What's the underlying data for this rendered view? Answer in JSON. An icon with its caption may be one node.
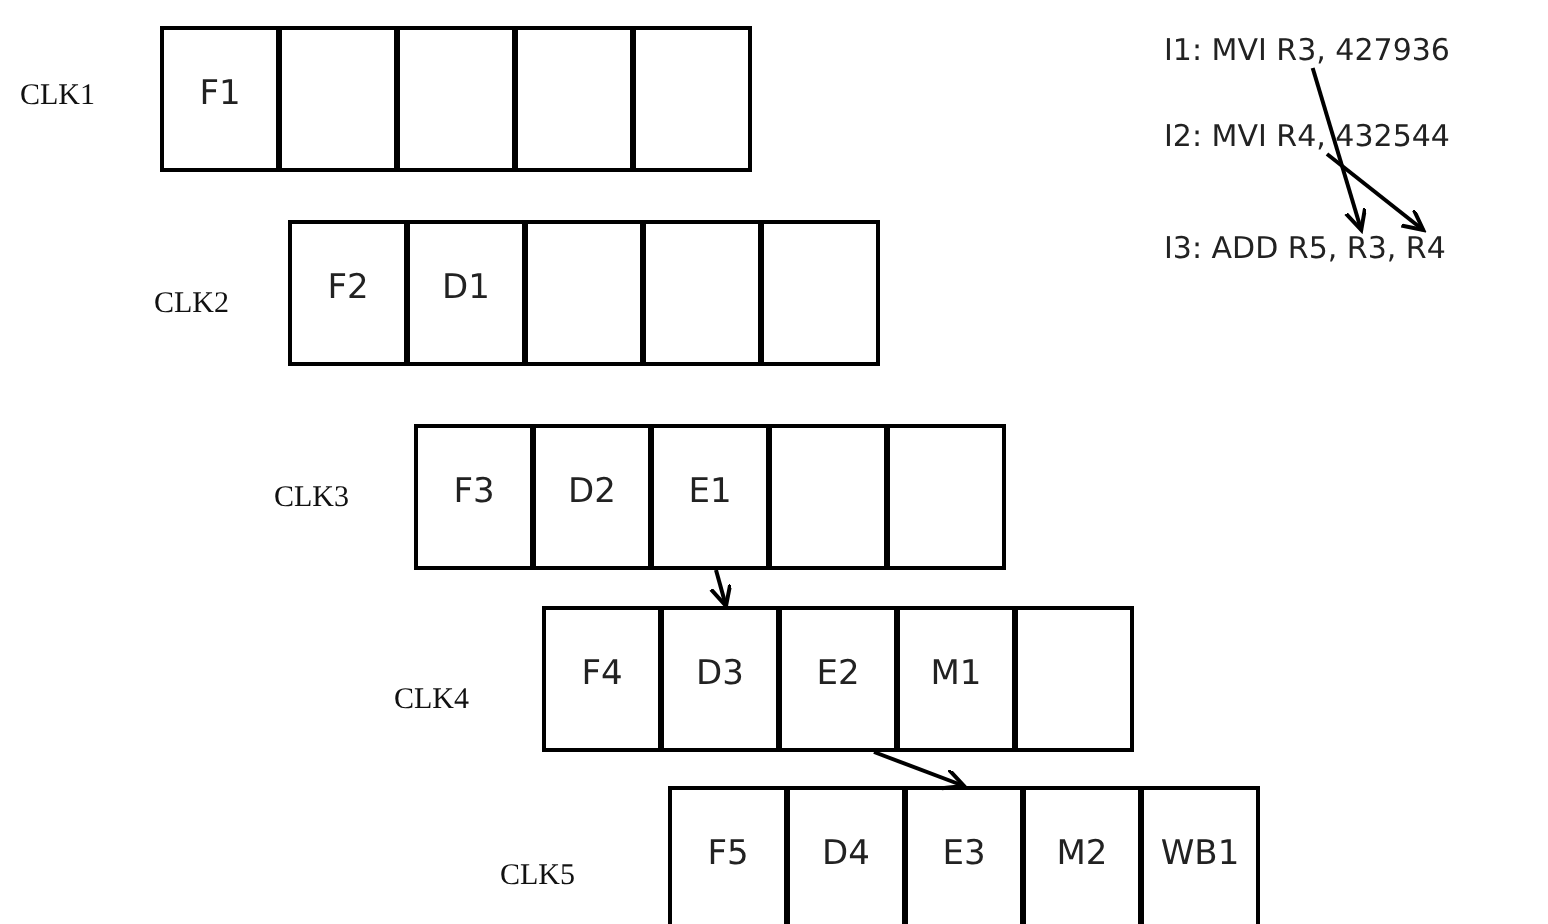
{
  "diagram": {
    "nodes": [
      {
        "text": [
          "F1"
        ]
      },
      {
        "text": [],
        "shape": "box"
      },
      {
        "text": [],
        "shape": "box"
      },
      {
        "text": [],
        "shape": "box"
      },
      {
        "text": [],
        "shape": "box"
      },
      {
        "text": [
          "F2"
        ]
      },
      {
        "text": [
          "D1"
        ]
      },
      {
        "text": [],
        "shape": "box"
      },
      {
        "text": [],
        "shape": "box"
      },
      {
        "text": [],
        "shape": "box"
      },
      {
        "text": [
          "F3"
        ]
      },
      {
        "text": [
          "D2"
        ]
      },
      {
        "text": [
          "E1"
        ]
      },
      {
        "text": [],
        "shape": "box"
      },
      {
        "text": [],
        "shape": "box"
      },
      {
        "text": [
          "F4"
        ]
      },
      {
        "text": [
          "D3"
        ]
      },
      {
        "text": [
          "E2"
        ]
      },
      {
        "text": [
          "M1"
        ]
      },
      {
        "text": [],
        "shape": "box"
      },
      {
        "text": [
          "F5"
        ]
      },
      {
        "text": [
          "D4"
        ]
      },
      {
        "text": [
          "E3"
        ]
      },
      {
        "text": [
          "M2"
        ]
      },
      {
        "text": [
          "WB1"
        ]
      },
      {
        "text": [
          "I1: MVI R3, 427936"
        ]
      },
      {
        "text": [
          "I2: MVI R4, 432544"
        ]
      },
      {
        "text": [
          "I3: ADD R5, R3, R4"
        ]
      }
    ],
    "edges": [
      {
        "from": 12,
        "to": 16,
        "arrow": "to"
      },
      {
        "from": 17,
        "to": 22,
        "arrow": "to"
      },
      {
        "from": 25,
        "to": 27,
        "arrow": "to"
      },
      {
        "from": 26,
        "to": 27,
        "arrow": "to"
      }
    ],
    "labels": [
      "CLK1",
      "CLK2",
      "CLK3",
      "CLK4",
      "CLK5"
    ]
  }
}
